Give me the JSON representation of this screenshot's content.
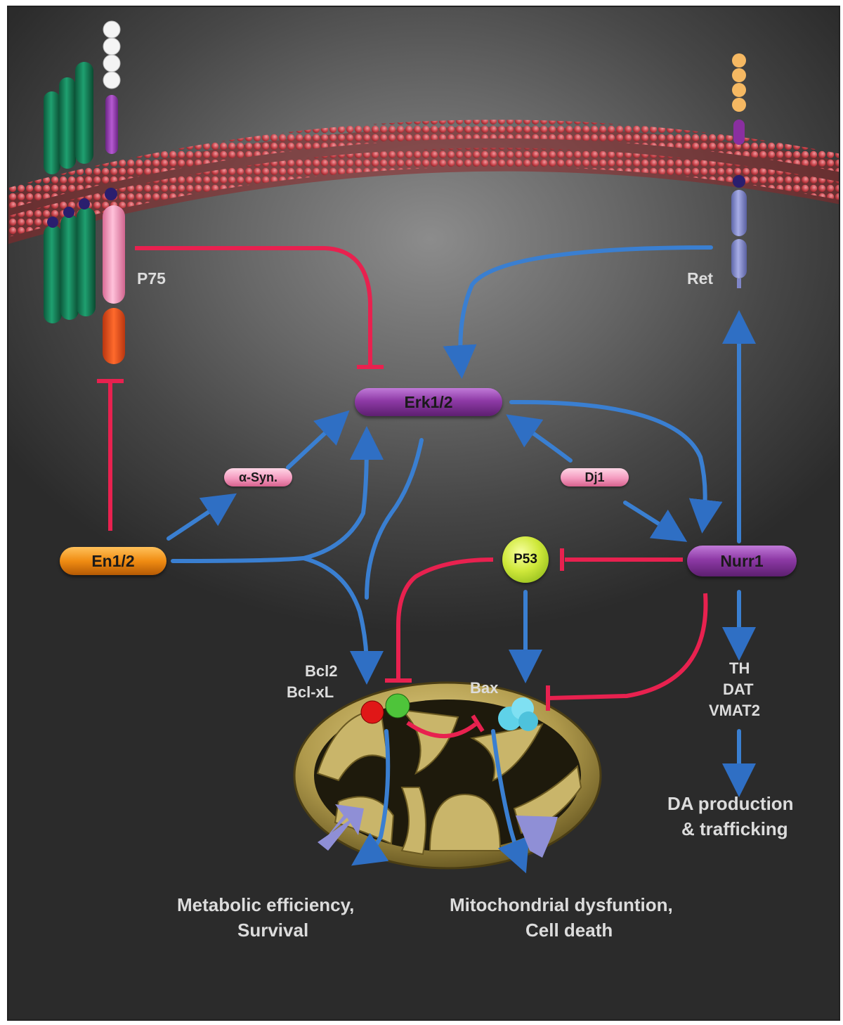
{
  "nodes": {
    "erk": "Erk1/2",
    "en": "En1/2",
    "nurr1": "Nurr1",
    "p53": "P53",
    "asyn": "α-Syn.",
    "dj1": "Dj1"
  },
  "labels": {
    "p75": "P75",
    "ret": "Ret",
    "bcl2": "Bcl2",
    "bclxl": "Bcl-xL",
    "bax": "Bax",
    "th": "TH",
    "dat": "DAT",
    "vmat2": "VMAT2",
    "da_line1": "DA production",
    "da_line2": "& trafficking",
    "left_outcome_line1": "Metabolic efficiency,",
    "left_outcome_line2": "Survival",
    "right_outcome_line1": "Mitochondrial dysfuntion,",
    "right_outcome_line2": "Cell death"
  },
  "colors": {
    "activation": "#3a7fd1",
    "inhibition": "#e8214f",
    "membrane": "#b5373a",
    "mitochondrion": "#c4b060",
    "outcome_arrow": "#8f8fd6"
  }
}
